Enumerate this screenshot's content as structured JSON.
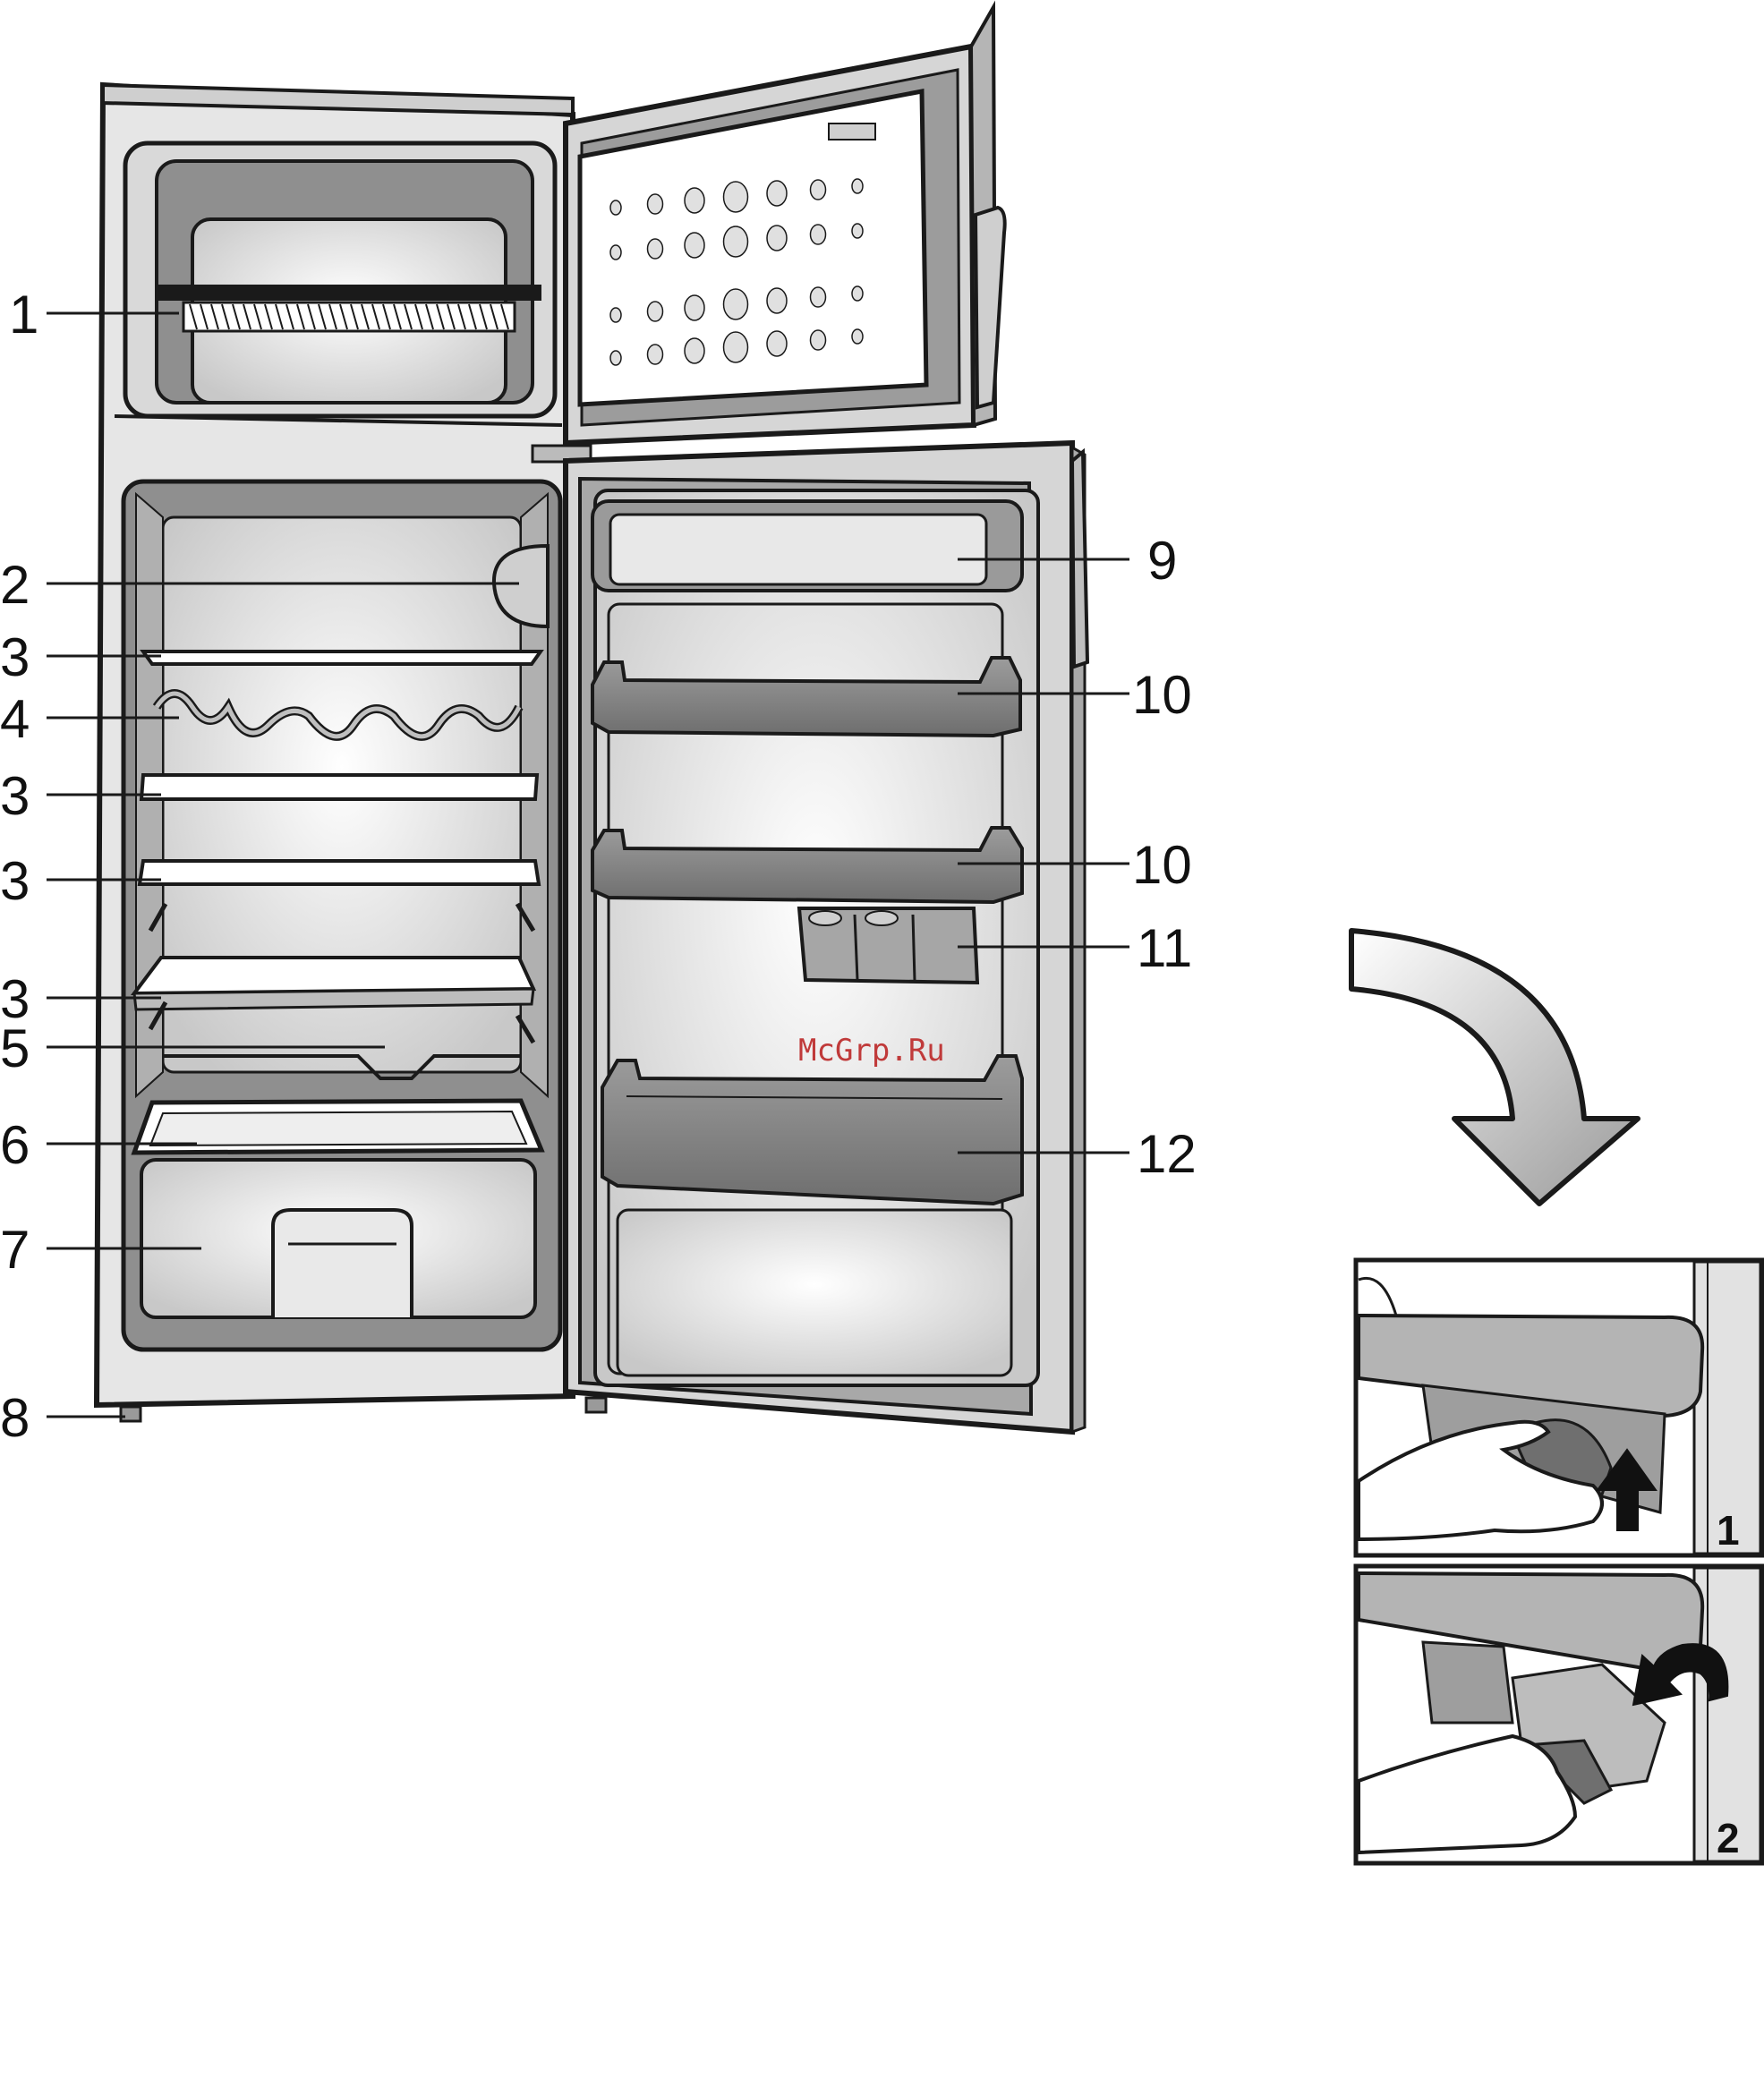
{
  "callouts": {
    "c1": "1",
    "c2": "2",
    "c3a": "3",
    "c4": "4",
    "c3b": "3",
    "c3c": "3",
    "c3d": "3",
    "c5": "5",
    "c6": "6",
    "c7": "7",
    "c8": "8",
    "c9": "9",
    "c10a": "10",
    "c10b": "10",
    "c11": "11",
    "c12": "12"
  },
  "steps": {
    "s1": "1",
    "s2": "2"
  },
  "watermark": "McGrp.Ru",
  "colors": {
    "outline": "#1a1a1a",
    "body": "#e4e4e4",
    "interior": "#d2d2d2",
    "shelf": "#8a8a8a",
    "watermark": "#c03a3a"
  }
}
